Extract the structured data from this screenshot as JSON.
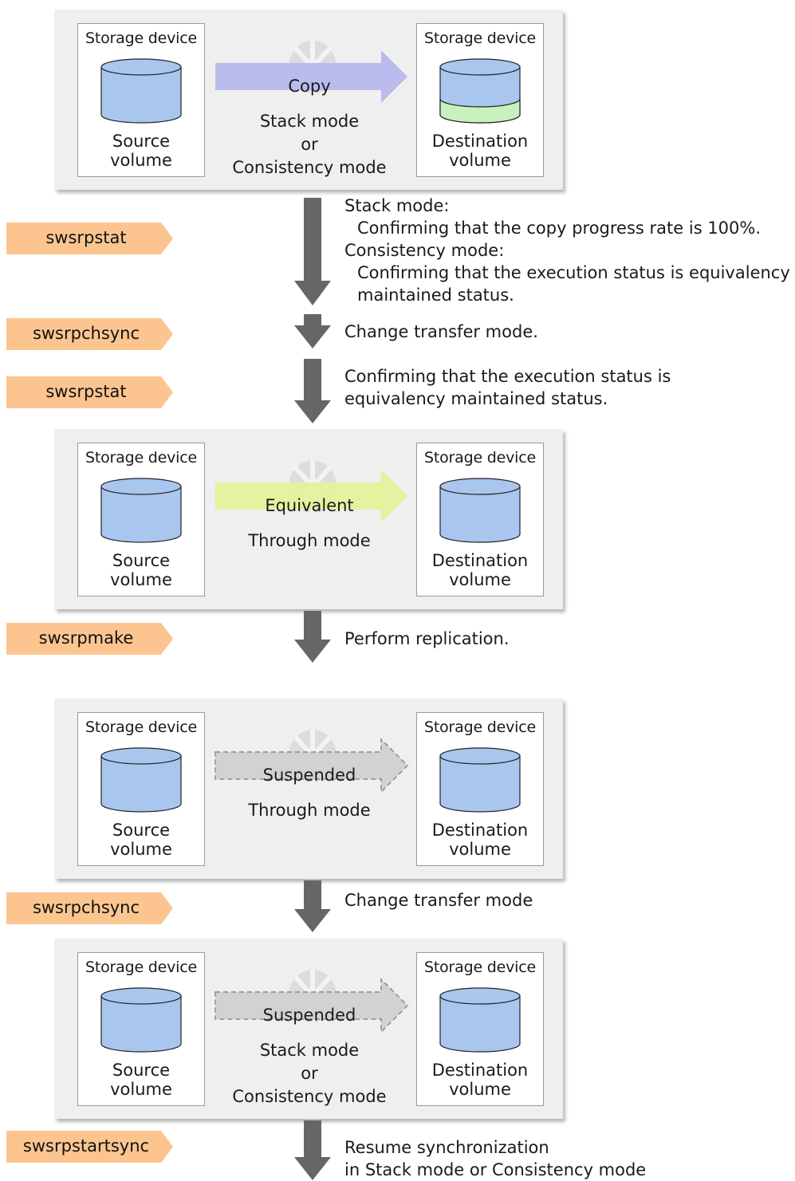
{
  "panels": [
    {
      "left_title": "Storage device",
      "left_label": "Source\nvolume",
      "right_title": "Storage device",
      "right_label": "Destination\nvolume",
      "arrow_label": "Copy",
      "mode_text": "Stack mode\nor\nConsistency mode",
      "arrow_style": "copy",
      "arrow_color": "#b5b8ec",
      "dest_partial_fill": "#c9f1bd"
    },
    {
      "left_title": "Storage device",
      "left_label": "Source\nvolume",
      "right_title": "Storage device",
      "right_label": "Destination\nvolume",
      "arrow_label": "Equivalent",
      "mode_text": "Through mode",
      "arrow_style": "equivalent",
      "arrow_color": "#e4f19a"
    },
    {
      "left_title": "Storage device",
      "left_label": "Source\nvolume",
      "right_title": "Storage device",
      "right_label": "Destination\nvolume",
      "arrow_label": "Suspended",
      "mode_text": "Through mode",
      "arrow_style": "suspended",
      "arrow_color": "#d2d2d2"
    },
    {
      "left_title": "Storage device",
      "left_label": "Source\nvolume",
      "right_title": "Storage device",
      "right_label": "Destination\nvolume",
      "arrow_label": "Suspended",
      "mode_text": "Stack mode\nor\nConsistency mode",
      "arrow_style": "suspended",
      "arrow_color": "#d2d2d2"
    }
  ],
  "commands": [
    "swsrpstat",
    "swsrpchsync",
    "swsrpstat",
    "swsrpmake",
    "swsrpchsync",
    "swsrpstartsync"
  ],
  "notes": {
    "n1": {
      "stack_heading": "Stack mode:",
      "stack_detail": "Confirming that the copy progress rate is 100%.",
      "consistency_heading": "Consistency mode:",
      "consistency_detail_1": "Confirming that the execution status is equivalency",
      "consistency_detail_2": "maintained status."
    },
    "n2": "Change transfer mode.",
    "n3_line1": "Confirming that the execution status is",
    "n3_line2": "equivalency maintained status.",
    "n4": "Perform replication.",
    "n5": "Change transfer mode",
    "n6_line1": "Resume synchronization",
    "n6_line2": "in Stack mode or Consistency mode"
  },
  "colors": {
    "tag_fill": "#fcc590",
    "cylinder_fill": "#a9c6ef",
    "down_arrow": "#666666",
    "panel_bg": "#efefef"
  }
}
